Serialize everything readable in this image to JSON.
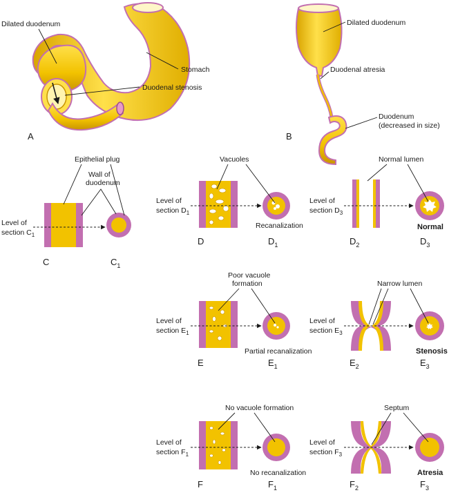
{
  "colors": {
    "yellow": "#f2c200",
    "yellow_light": "#ffe04a",
    "yellow_dark": "#c99400",
    "pink": "#c26fb0",
    "pink_edge": "#9c4e8d",
    "ink": "#1a1a1a"
  },
  "panelA": {
    "dilated_duodenum": "Dilated duodenum",
    "stomach": "Stomach",
    "duodenal_stenosis": "Duodenal stenosis",
    "letter": "A"
  },
  "panelB": {
    "dilated_duodenum": "Dilated duodenum",
    "duodenal_atresia": "Duodenal atresia",
    "duodenum_line1": "Duodenum",
    "duodenum_line2": "(decreased in size)",
    "letter": "B"
  },
  "panelC": {
    "epithelial_plug": "Epithelial plug",
    "wall_line1": "Wall of",
    "wall_line2": "duodenum",
    "level_line1": "Level of",
    "level_line2": "section C",
    "level_sub": "1",
    "letter": "C",
    "letter1": "C",
    "letter1_sub": "1"
  },
  "panelD": {
    "vacuoles": "Vacuoles",
    "level_line1": "Level of",
    "level_line2": "section D",
    "level_sub": "1",
    "recanalization": "Recanalization",
    "letter": "D",
    "letter1": "D",
    "letter1_sub": "1"
  },
  "panelD23": {
    "normal_lumen": "Normal lumen",
    "level_line1": "Level of",
    "level_line2": "section D",
    "level_sub": "3",
    "normal": "Normal",
    "letter2": "D",
    "letter2_sub": "2",
    "letter3": "D",
    "letter3_sub": "3"
  },
  "panelE": {
    "poor_line1": "Poor vacuole",
    "poor_line2": "formation",
    "level_line1": "Level of",
    "level_line2": "section E",
    "level_sub": "1",
    "partial": "Partial recanalization",
    "letter": "E",
    "letter1": "E",
    "letter1_sub": "1"
  },
  "panelE23": {
    "narrow_lumen": "Narrow lumen",
    "level_line1": "Level of",
    "level_line2": "section E",
    "level_sub": "3",
    "stenosis": "Stenosis",
    "letter2": "E",
    "letter2_sub": "2",
    "letter3": "E",
    "letter3_sub": "3"
  },
  "panelF": {
    "no_vacuole": "No vacuole formation",
    "level_line1": "Level of",
    "level_line2": "section F",
    "level_sub": "1",
    "no_recanalization": "No recanalization",
    "letter": "F",
    "letter1": "F",
    "letter1_sub": "1"
  },
  "panelF23": {
    "septum": "Septum",
    "level_line1": "Level of",
    "level_line2": "section F",
    "level_sub": "3",
    "atresia": "Atresia",
    "letter2": "F",
    "letter2_sub": "2",
    "letter3": "F",
    "letter3_sub": "3"
  }
}
